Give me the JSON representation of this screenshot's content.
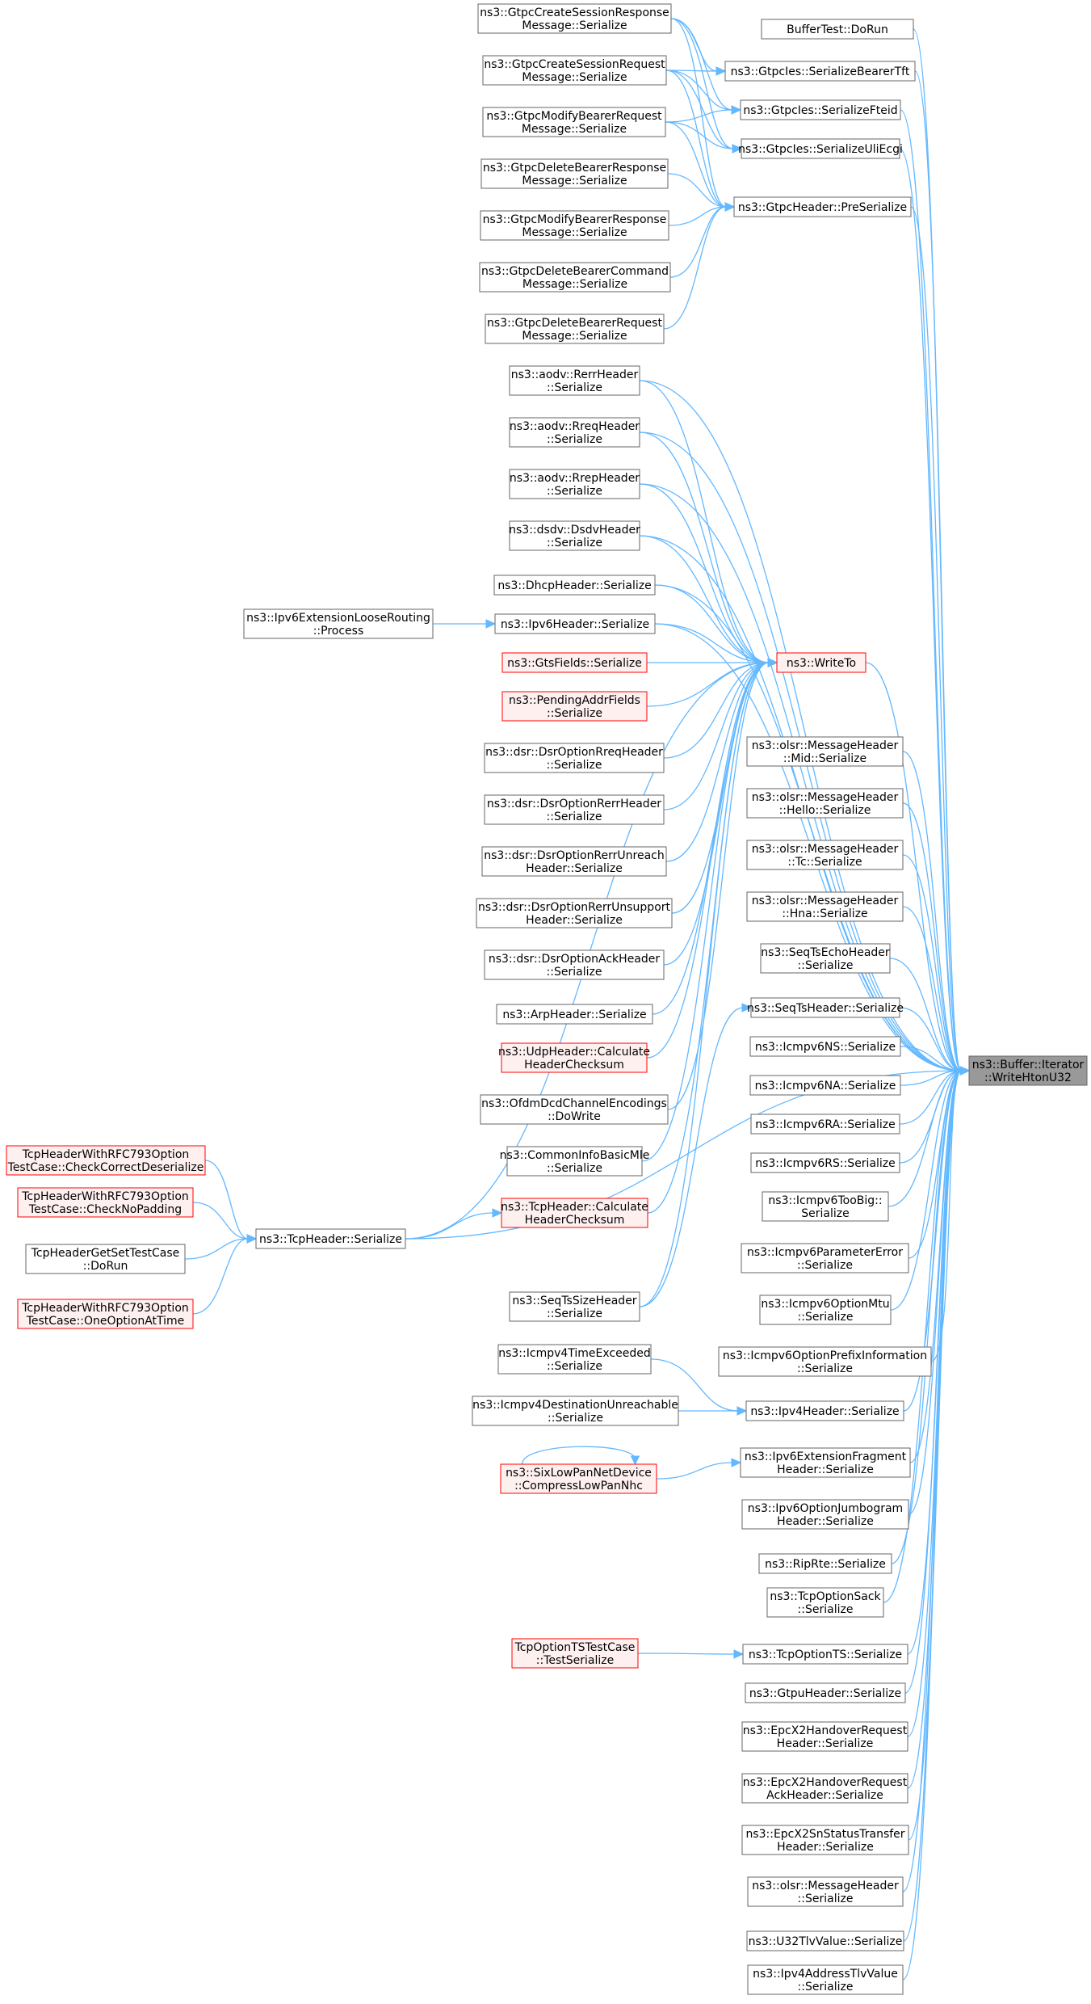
{
  "colors": {
    "edge": "#63b8ff",
    "node_border": "#666666",
    "node_fill": "#ffffff",
    "red_border": "#ff0000",
    "red_fill": "#fff0f0",
    "target_fill": "#999999",
    "target_border": "#666666"
  },
  "nodes": [
    {
      "id": "target",
      "lines": [
        "ns3::Buffer::Iterator",
        "::WriteHtonU32"
      ],
      "style": "target"
    },
    {
      "id": "csr",
      "lines": [
        "ns3::GtpcCreateSessionResponse",
        "Message::Serialize"
      ],
      "style": "normal"
    },
    {
      "id": "csq",
      "lines": [
        "ns3::GtpcCreateSessionRequest",
        "Message::Serialize"
      ],
      "style": "normal"
    },
    {
      "id": "mbq",
      "lines": [
        "ns3::GtpcModifyBearerRequest",
        "Message::Serialize"
      ],
      "style": "normal"
    },
    {
      "id": "dbr",
      "lines": [
        "ns3::GtpcDeleteBearerResponse",
        "Message::Serialize"
      ],
      "style": "normal"
    },
    {
      "id": "mbr",
      "lines": [
        "ns3::GtpcModifyBearerResponse",
        "Message::Serialize"
      ],
      "style": "normal"
    },
    {
      "id": "dbc",
      "lines": [
        "ns3::GtpcDeleteBearerCommand",
        "Message::Serialize"
      ],
      "style": "normal"
    },
    {
      "id": "dbq",
      "lines": [
        "ns3::GtpcDeleteBearerRequest",
        "Message::Serialize"
      ],
      "style": "normal"
    },
    {
      "id": "bufdorun",
      "lines": [
        "BufferTest::DoRun"
      ],
      "style": "normal"
    },
    {
      "id": "sbtft",
      "lines": [
        "ns3::GtpcIes::SerializeBearerTft"
      ],
      "style": "normal"
    },
    {
      "id": "sfteid",
      "lines": [
        "ns3::GtpcIes::SerializeFteid"
      ],
      "style": "normal"
    },
    {
      "id": "suli",
      "lines": [
        "ns3::GtpcIes::SerializeUliEcgi"
      ],
      "style": "normal"
    },
    {
      "id": "preser",
      "lines": [
        "ns3::GtpcHeader::PreSerialize"
      ],
      "style": "normal"
    },
    {
      "id": "rerr",
      "lines": [
        "ns3::aodv::RerrHeader",
        "::Serialize"
      ],
      "style": "normal"
    },
    {
      "id": "rreq",
      "lines": [
        "ns3::aodv::RreqHeader",
        "::Serialize"
      ],
      "style": "normal"
    },
    {
      "id": "rrep",
      "lines": [
        "ns3::aodv::RrepHeader",
        "::Serialize"
      ],
      "style": "normal"
    },
    {
      "id": "dsdv",
      "lines": [
        "ns3::dsdv::DsdvHeader",
        "::Serialize"
      ],
      "style": "normal"
    },
    {
      "id": "dhcp",
      "lines": [
        "ns3::DhcpHeader::Serialize"
      ],
      "style": "normal"
    },
    {
      "id": "ipv6loose",
      "lines": [
        "ns3::Ipv6ExtensionLooseRouting",
        "::Process"
      ],
      "style": "normal"
    },
    {
      "id": "ipv6h",
      "lines": [
        "ns3::Ipv6Header::Serialize"
      ],
      "style": "normal"
    },
    {
      "id": "gts",
      "lines": [
        "ns3::GtsFields::Serialize"
      ],
      "style": "red"
    },
    {
      "id": "pend",
      "lines": [
        "ns3::PendingAddrFields",
        "::Serialize"
      ],
      "style": "red"
    },
    {
      "id": "writeto",
      "lines": [
        "ns3::WriteTo"
      ],
      "style": "red"
    },
    {
      "id": "dsrreq",
      "lines": [
        "ns3::dsr::DsrOptionRreqHeader",
        "::Serialize"
      ],
      "style": "normal"
    },
    {
      "id": "dsrerr",
      "lines": [
        "ns3::dsr::DsrOptionRerrHeader",
        "::Serialize"
      ],
      "style": "normal"
    },
    {
      "id": "dsrunr",
      "lines": [
        "ns3::dsr::DsrOptionRerrUnreach",
        "Header::Serialize"
      ],
      "style": "normal"
    },
    {
      "id": "dsrunsup",
      "lines": [
        "ns3::dsr::DsrOptionRerrUnsupport",
        "Header::Serialize"
      ],
      "style": "normal"
    },
    {
      "id": "dsrack",
      "lines": [
        "ns3::dsr::DsrOptionAckHeader",
        "::Serialize"
      ],
      "style": "normal"
    },
    {
      "id": "arp",
      "lines": [
        "ns3::ArpHeader::Serialize"
      ],
      "style": "normal"
    },
    {
      "id": "udpck",
      "lines": [
        "ns3::UdpHeader::Calculate",
        "HeaderChecksum"
      ],
      "style": "red"
    },
    {
      "id": "ofdm",
      "lines": [
        "ns3::OfdmDcdChannelEncodings",
        "::DoWrite"
      ],
      "style": "normal"
    },
    {
      "id": "cibm",
      "lines": [
        "ns3::CommonInfoBasicMle",
        "::Serialize"
      ],
      "style": "normal"
    },
    {
      "id": "tcpck",
      "lines": [
        "ns3::TcpHeader::Calculate",
        "HeaderChecksum"
      ],
      "style": "red"
    },
    {
      "id": "tcph",
      "lines": [
        "ns3::TcpHeader::Serialize"
      ],
      "style": "normal"
    },
    {
      "id": "seqsize",
      "lines": [
        "ns3::SeqTsSizeHeader",
        "::Serialize"
      ],
      "style": "normal"
    },
    {
      "id": "tccd",
      "lines": [
        "TcpHeaderWithRFC793Option",
        "TestCase::CheckCorrectDeserialize"
      ],
      "style": "red"
    },
    {
      "id": "tcnp",
      "lines": [
        "TcpHeaderWithRFC793Option",
        "TestCase::CheckNoPadding"
      ],
      "style": "red"
    },
    {
      "id": "tgsr",
      "lines": [
        "TcpHeaderGetSetTestCase",
        "::DoRun"
      ],
      "style": "normal"
    },
    {
      "id": "toat",
      "lines": [
        "TcpHeaderWithRFC793Option",
        "TestCase::OneOptionAtTime"
      ],
      "style": "red"
    },
    {
      "id": "olsrmid",
      "lines": [
        "ns3::olsr::MessageHeader",
        "::Mid::Serialize"
      ],
      "style": "normal"
    },
    {
      "id": "olsrhello",
      "lines": [
        "ns3::olsr::MessageHeader",
        "::Hello::Serialize"
      ],
      "style": "normal"
    },
    {
      "id": "olsrtc",
      "lines": [
        "ns3::olsr::MessageHeader",
        "::Tc::Serialize"
      ],
      "style": "normal"
    },
    {
      "id": "olsrhna",
      "lines": [
        "ns3::olsr::MessageHeader",
        "::Hna::Serialize"
      ],
      "style": "normal"
    },
    {
      "id": "seqecho",
      "lines": [
        "ns3::SeqTsEchoHeader",
        "::Serialize"
      ],
      "style": "normal"
    },
    {
      "id": "seqts",
      "lines": [
        "ns3::SeqTsHeader::Serialize"
      ],
      "style": "normal"
    },
    {
      "id": "icns",
      "lines": [
        "ns3::Icmpv6NS::Serialize"
      ],
      "style": "normal"
    },
    {
      "id": "icna",
      "lines": [
        "ns3::Icmpv6NA::Serialize"
      ],
      "style": "normal"
    },
    {
      "id": "icra",
      "lines": [
        "ns3::Icmpv6RA::Serialize"
      ],
      "style": "normal"
    },
    {
      "id": "icrs",
      "lines": [
        "ns3::Icmpv6RS::Serialize"
      ],
      "style": "normal"
    },
    {
      "id": "ictoobig",
      "lines": [
        "ns3::Icmpv6TooBig::",
        "Serialize"
      ],
      "style": "normal"
    },
    {
      "id": "icparam",
      "lines": [
        "ns3::Icmpv6ParameterError",
        "::Serialize"
      ],
      "style": "normal"
    },
    {
      "id": "icmtu",
      "lines": [
        "ns3::Icmpv6OptionMtu",
        "::Serialize"
      ],
      "style": "normal"
    },
    {
      "id": "icprefix",
      "lines": [
        "ns3::Icmpv6OptionPrefixInformation",
        "::Serialize"
      ],
      "style": "normal"
    },
    {
      "id": "ic4time",
      "lines": [
        "ns3::Icmpv4TimeExceeded",
        "::Serialize"
      ],
      "style": "normal"
    },
    {
      "id": "ic4dest",
      "lines": [
        "ns3::Icmpv4DestinationUnreachable",
        "::Serialize"
      ],
      "style": "normal"
    },
    {
      "id": "ipv4h",
      "lines": [
        "ns3::Ipv4Header::Serialize"
      ],
      "style": "normal"
    },
    {
      "id": "sixlow",
      "lines": [
        "ns3::SixLowPanNetDevice",
        "::CompressLowPanNhc"
      ],
      "style": "red"
    },
    {
      "id": "ipv6frag",
      "lines": [
        "ns3::Ipv6ExtensionFragment",
        "Header::Serialize"
      ],
      "style": "normal"
    },
    {
      "id": "ipv6jumbo",
      "lines": [
        "ns3::Ipv6OptionJumbogram",
        "Header::Serialize"
      ],
      "style": "normal"
    },
    {
      "id": "riprte",
      "lines": [
        "ns3::RipRte::Serialize"
      ],
      "style": "normal"
    },
    {
      "id": "tcpsack",
      "lines": [
        "ns3::TcpOptionSack",
        "::Serialize"
      ],
      "style": "normal"
    },
    {
      "id": "tcptstc",
      "lines": [
        "TcpOptionTSTestCase",
        "::TestSerialize"
      ],
      "style": "red"
    },
    {
      "id": "tcpts",
      "lines": [
        "ns3::TcpOptionTS::Serialize"
      ],
      "style": "normal"
    },
    {
      "id": "gtpu",
      "lines": [
        "ns3::GtpuHeader::Serialize"
      ],
      "style": "normal"
    },
    {
      "id": "x2ho",
      "lines": [
        "ns3::EpcX2HandoverRequest",
        "Header::Serialize"
      ],
      "style": "normal"
    },
    {
      "id": "x2hoack",
      "lines": [
        "ns3::EpcX2HandoverRequest",
        "AckHeader::Serialize"
      ],
      "style": "normal"
    },
    {
      "id": "x2sn",
      "lines": [
        "ns3::EpcX2SnStatusTransfer",
        "Header::Serialize"
      ],
      "style": "normal"
    },
    {
      "id": "olsrmsg",
      "lines": [
        "ns3::olsr::MessageHeader",
        "::Serialize"
      ],
      "style": "normal"
    },
    {
      "id": "u32tlv",
      "lines": [
        "ns3::U32TlvValue::Serialize"
      ],
      "style": "normal"
    },
    {
      "id": "ipv4tlv",
      "lines": [
        "ns3::Ipv4AddressTlvValue",
        "::Serialize"
      ],
      "style": "normal"
    }
  ],
  "edges": [
    [
      "bufdorun",
      "target"
    ],
    [
      "sbtft",
      "target"
    ],
    [
      "sfteid",
      "target"
    ],
    [
      "suli",
      "target"
    ],
    [
      "preser",
      "target"
    ],
    [
      "rerr",
      "target"
    ],
    [
      "rreq",
      "target"
    ],
    [
      "rrep",
      "target"
    ],
    [
      "dsdv",
      "target"
    ],
    [
      "dhcp",
      "target"
    ],
    [
      "ipv6h",
      "target"
    ],
    [
      "writeto",
      "target"
    ],
    [
      "tcph",
      "target"
    ],
    [
      "olsrmid",
      "target"
    ],
    [
      "olsrhello",
      "target"
    ],
    [
      "olsrtc",
      "target"
    ],
    [
      "olsrhna",
      "target"
    ],
    [
      "seqecho",
      "target"
    ],
    [
      "seqts",
      "target"
    ],
    [
      "icns",
      "target"
    ],
    [
      "icna",
      "target"
    ],
    [
      "icra",
      "target"
    ],
    [
      "icrs",
      "target"
    ],
    [
      "ictoobig",
      "target"
    ],
    [
      "icparam",
      "target"
    ],
    [
      "icmtu",
      "target"
    ],
    [
      "icprefix",
      "target"
    ],
    [
      "ipv4h",
      "target"
    ],
    [
      "ipv6frag",
      "target"
    ],
    [
      "ipv6jumbo",
      "target"
    ],
    [
      "riprte",
      "target"
    ],
    [
      "tcpsack",
      "target"
    ],
    [
      "tcpts",
      "target"
    ],
    [
      "gtpu",
      "target"
    ],
    [
      "x2ho",
      "target"
    ],
    [
      "x2hoack",
      "target"
    ],
    [
      "x2sn",
      "target"
    ],
    [
      "olsrmsg",
      "target"
    ],
    [
      "u32tlv",
      "target"
    ],
    [
      "ipv4tlv",
      "target"
    ],
    [
      "csr",
      "sbtft"
    ],
    [
      "csr",
      "sfteid"
    ],
    [
      "csr",
      "suli"
    ],
    [
      "csr",
      "preser"
    ],
    [
      "csq",
      "sbtft"
    ],
    [
      "csq",
      "sfteid"
    ],
    [
      "csq",
      "suli"
    ],
    [
      "csq",
      "preser"
    ],
    [
      "mbq",
      "sfteid"
    ],
    [
      "mbq",
      "suli"
    ],
    [
      "mbq",
      "preser"
    ],
    [
      "dbr",
      "preser"
    ],
    [
      "mbr",
      "preser"
    ],
    [
      "dbc",
      "preser"
    ],
    [
      "dbq",
      "preser"
    ],
    [
      "rerr",
      "writeto"
    ],
    [
      "rreq",
      "writeto"
    ],
    [
      "rrep",
      "writeto"
    ],
    [
      "dsdv",
      "writeto"
    ],
    [
      "dhcp",
      "writeto"
    ],
    [
      "ipv6h",
      "writeto"
    ],
    [
      "gts",
      "writeto"
    ],
    [
      "pend",
      "writeto"
    ],
    [
      "dsrreq",
      "writeto"
    ],
    [
      "dsrerr",
      "writeto"
    ],
    [
      "dsrunr",
      "writeto"
    ],
    [
      "dsrunsup",
      "writeto"
    ],
    [
      "dsrack",
      "writeto"
    ],
    [
      "arp",
      "writeto"
    ],
    [
      "udpck",
      "writeto"
    ],
    [
      "ofdm",
      "writeto"
    ],
    [
      "cibm",
      "writeto"
    ],
    [
      "tcpck",
      "writeto"
    ],
    [
      "tcph",
      "writeto"
    ],
    [
      "seqsize",
      "writeto"
    ],
    [
      "ipv6loose",
      "ipv6h"
    ],
    [
      "tccd",
      "tcph"
    ],
    [
      "tcnp",
      "tcph"
    ],
    [
      "tgsr",
      "tcph"
    ],
    [
      "toat",
      "tcph"
    ],
    [
      "tcph",
      "tcpck"
    ],
    [
      "seqsize",
      "seqts"
    ],
    [
      "ic4time",
      "ipv4h"
    ],
    [
      "ic4dest",
      "ipv4h"
    ],
    [
      "sixlow",
      "ipv6frag"
    ],
    [
      "sixlow",
      "sixlow"
    ],
    [
      "tcptstc",
      "tcpts"
    ]
  ]
}
